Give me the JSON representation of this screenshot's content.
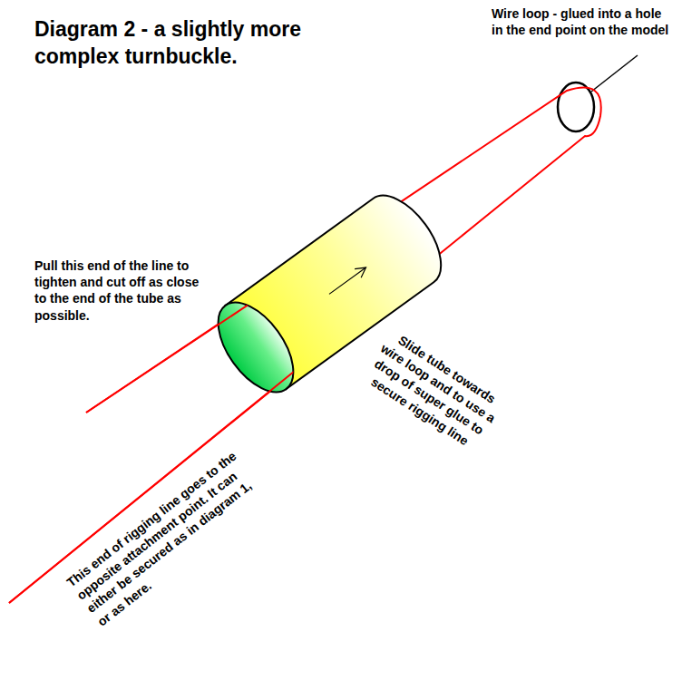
{
  "diagram": {
    "title": "Diagram 2 - a slightly more complex turnbuckle.",
    "labels": [
      "Wire loop - glued into a hole in the end point on the model",
      "Pull this end of the line to tighten and cut off as close to the end of the tube as possible.",
      "Slide tube towards wire loop and to use a drop of super glue to secure rigging line",
      "This end of rigging line goes to the opposite attachment point. It can either be secured as in diagram 1, or as here."
    ]
  }
}
